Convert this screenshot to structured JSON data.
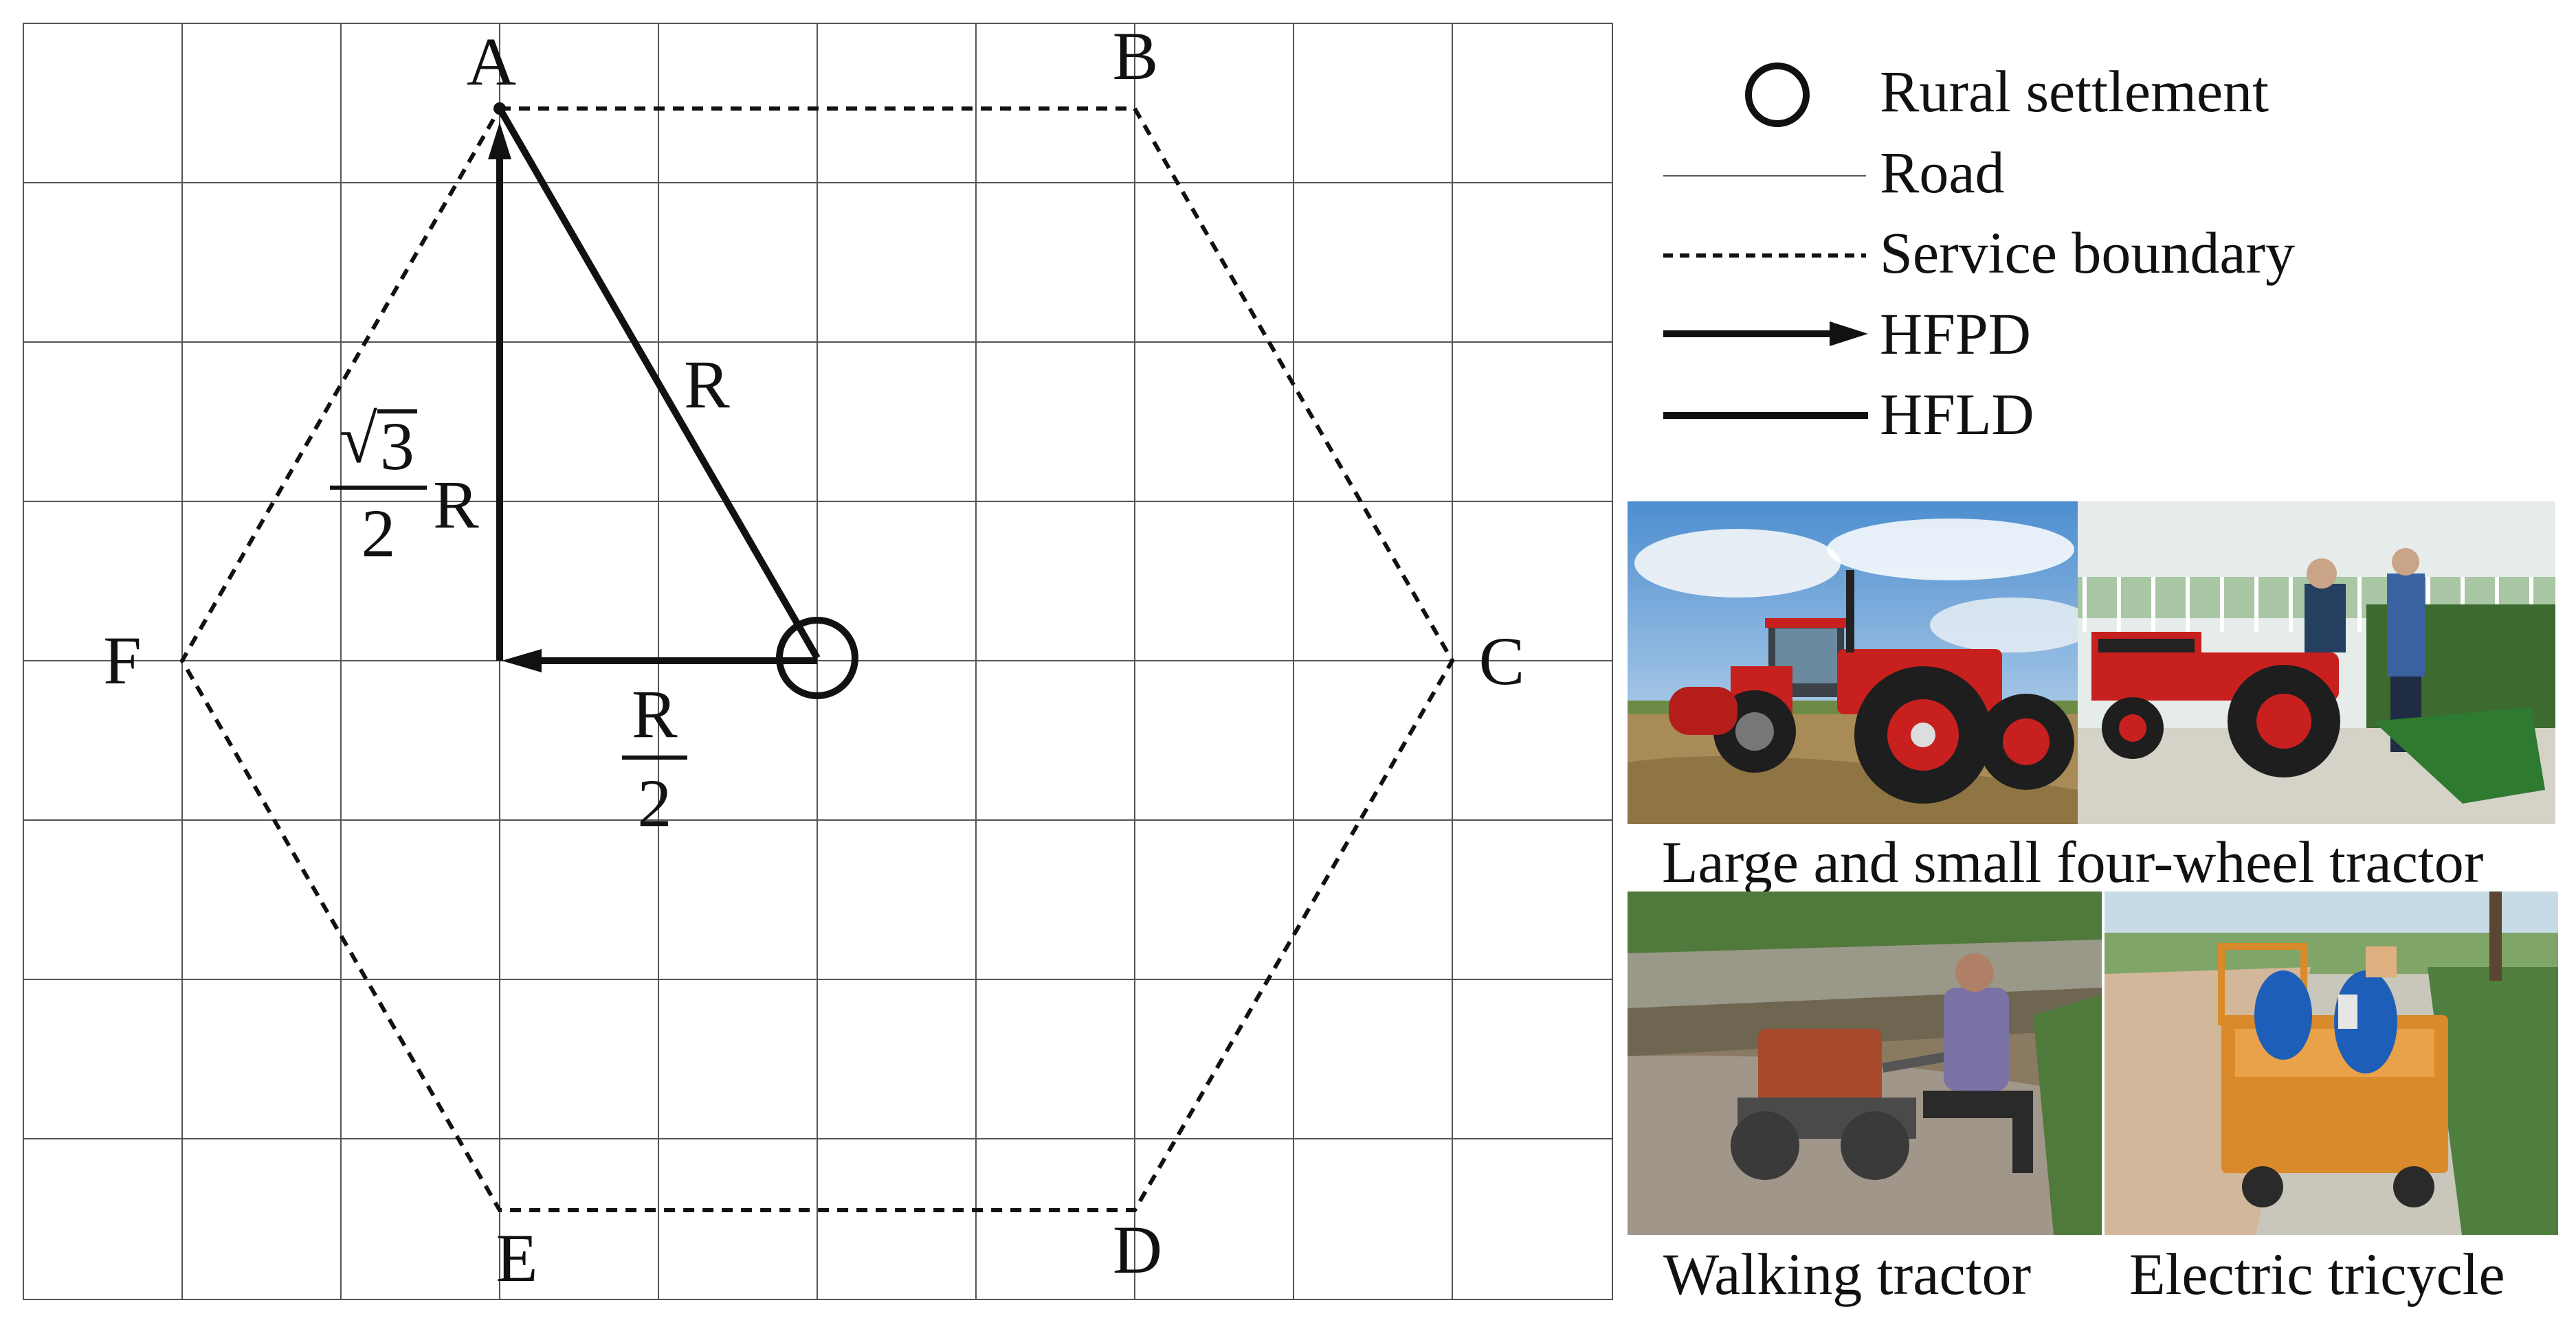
{
  "vertices": {
    "A": "A",
    "B": "B",
    "C": "C",
    "D": "D",
    "E": "E",
    "F": "F"
  },
  "measures": {
    "hypotenuse": "R",
    "vertical_numerator": "3",
    "vertical_denominator": "2",
    "vertical_suffix": "R",
    "horizontal_numerator": "R",
    "horizontal_denominator": "2"
  },
  "legend": {
    "settlement": "Rural settlement",
    "road": "Road",
    "boundary": "Service boundary",
    "hfpd": "HFPD",
    "hfld": "HFLD"
  },
  "captions": {
    "four_wheel": "Large and small four-wheel tractor",
    "walking": "Walking tractor",
    "tricycle": "Electric tricycle"
  },
  "colors": {
    "grid": "#555555",
    "line": "#111111",
    "tractor_red": "#c8201e",
    "sky": "#7fb2dd",
    "field": "#a88b57",
    "mud": "#8a7a62",
    "tricycle_orange": "#d98a2b",
    "barrel_blue": "#1d5fb8"
  }
}
